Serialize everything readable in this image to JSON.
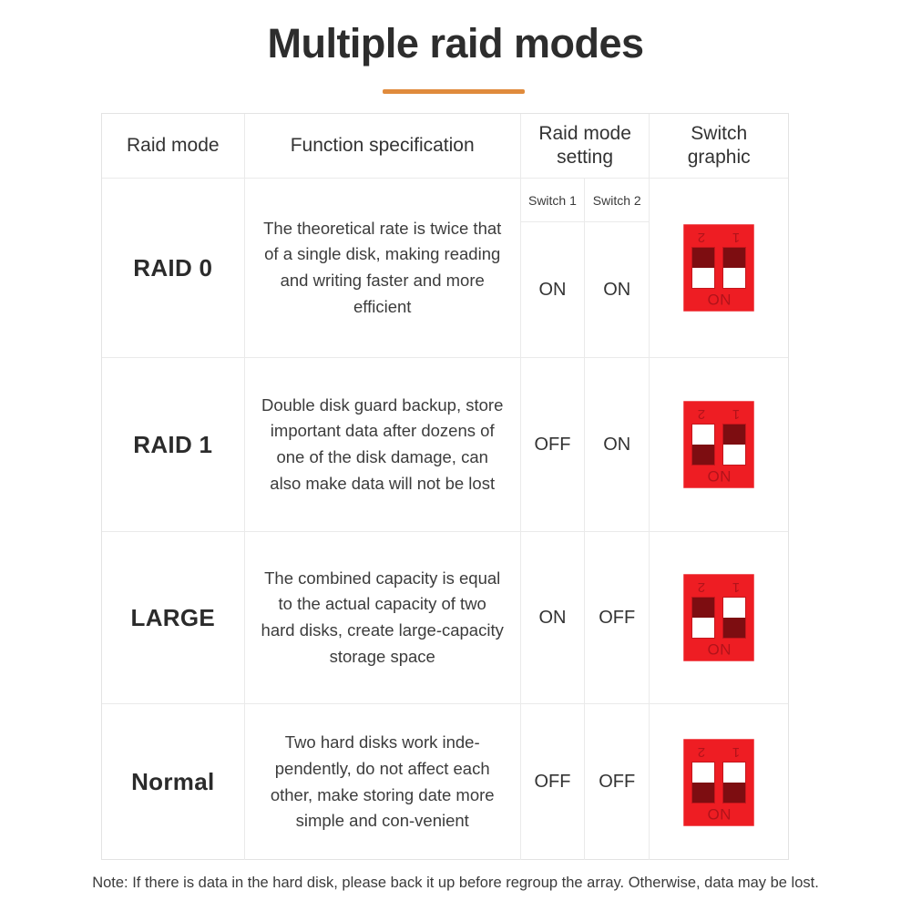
{
  "header": {
    "title": "Multiple raid modes",
    "accent_color": "#e08b3c"
  },
  "table": {
    "columns": [
      {
        "key": "mode",
        "label": "Raid mode"
      },
      {
        "key": "spec",
        "label": "Function specification"
      },
      {
        "key": "setting",
        "label": "Raid mode setting"
      },
      {
        "key": "graphic",
        "label": "Switch graphic"
      }
    ],
    "subheaders": {
      "switch1": "Switch 1",
      "switch2": "Switch 2"
    },
    "rows": [
      {
        "mode": "RAID 0",
        "spec": "The theoretical rate is twice that of a single disk, making reading and writing faster and more efficient",
        "switch1": "ON",
        "switch2": "ON",
        "graphic": {
          "label_left": "2",
          "label_right": "1",
          "bottom_label": "NO",
          "left_switch_top": "dark",
          "left_switch_bottom": "light",
          "right_switch_top": "dark",
          "right_switch_bottom": "light"
        }
      },
      {
        "mode": "RAID 1",
        "spec": "Double disk guard backup, store important data after dozens of one of the disk damage, can also make data will not be lost",
        "switch1": "OFF",
        "switch2": "ON",
        "graphic": {
          "label_left": "2",
          "label_right": "1",
          "bottom_label": "NO",
          "left_switch_top": "light",
          "left_switch_bottom": "dark",
          "right_switch_top": "dark",
          "right_switch_bottom": "light"
        }
      },
      {
        "mode": "LARGE",
        "spec": "The combined capacity is equal to the actual capacity of two hard disks, create large-capacity storage space",
        "switch1": "ON",
        "switch2": "OFF",
        "graphic": {
          "label_left": "2",
          "label_right": "1",
          "bottom_label": "NO",
          "left_switch_top": "dark",
          "left_switch_bottom": "light",
          "right_switch_top": "light",
          "right_switch_bottom": "dark"
        }
      },
      {
        "mode": "Normal",
        "spec": "Two hard disks work inde-pendently, do not affect each other, make storing date more simple and con-venient",
        "switch1": "OFF",
        "switch2": "OFF",
        "graphic": {
          "label_left": "2",
          "label_right": "1",
          "bottom_label": "NO",
          "left_switch_top": "light",
          "left_switch_bottom": "dark",
          "right_switch_top": "light",
          "right_switch_bottom": "dark"
        }
      }
    ]
  },
  "footer": {
    "note": "Note: If there is data in the hard disk, please back it up before regroup the array. Otherwise, data may be lost."
  },
  "colors": {
    "switch_body": "#ee1d23",
    "switch_dark": "#7d0d11",
    "switch_light": "#ffffff",
    "switch_text": "#b2131a",
    "table_border": "#eaeaea"
  }
}
